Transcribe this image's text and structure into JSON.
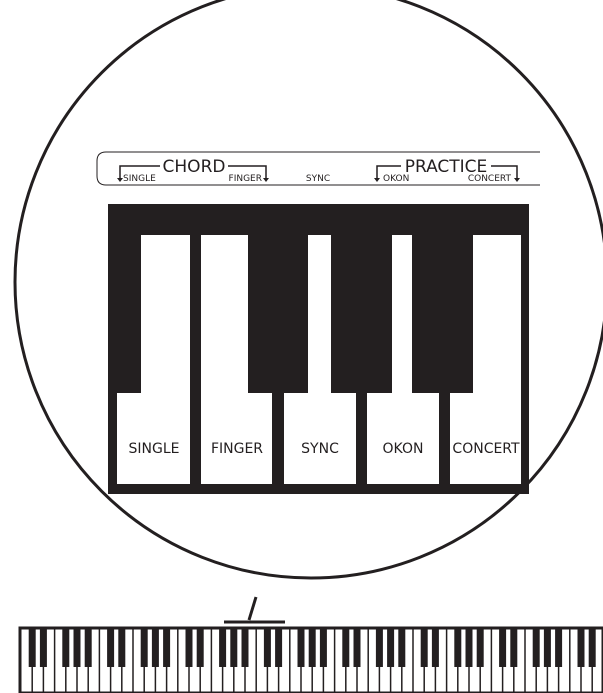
{
  "panel": {
    "chord": {
      "label": "CHORD",
      "left_label": "SINGLE",
      "right_label": "FINGER"
    },
    "sync_label": "SYNC",
    "practice": {
      "label": "PRACTICE",
      "left_label": "OKON",
      "right_label": "CONCERT"
    }
  },
  "keys": [
    {
      "label": "SINGLE"
    },
    {
      "label": "FINGER"
    },
    {
      "label": "SYNC"
    },
    {
      "label": "OKON"
    },
    {
      "label": "CONCERT"
    }
  ],
  "colors": {
    "ink": "#231f20",
    "background": "#ffffff"
  }
}
